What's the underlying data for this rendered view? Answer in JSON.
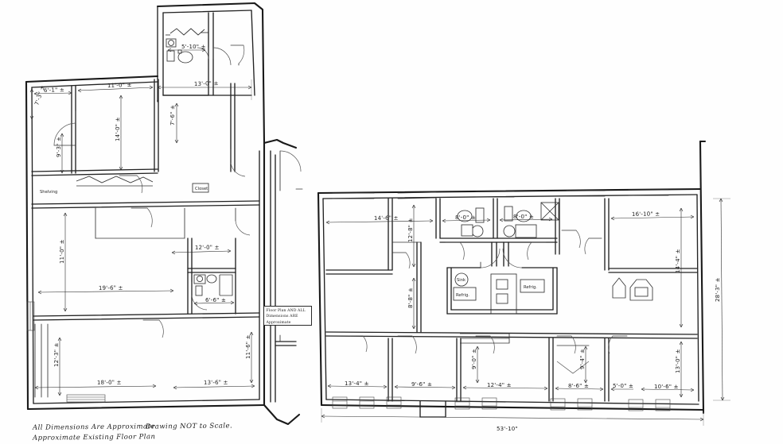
{
  "sheet": {
    "title": "Approximate Existing Floor Plan",
    "background_color": "#fefefe",
    "ink_color": "#1a1a1a"
  },
  "notes": {
    "line1": "All Dimensions Are Approximate",
    "line2": "Approximate Existing Floor Plan",
    "scale_note": "Drawing NOT to Scale.",
    "plan_note_box": "Floor Plan AND ALL Dimensions ARE Approximate"
  },
  "fixture_labels": {
    "shelving": "Shelving",
    "closet": "Closet",
    "refrigerator_left": "Refrig.",
    "refrigerator_right": "Refrig.",
    "sink": "Sink"
  },
  "dimensions": {
    "left_wing": [
      {
        "id": "d-6-1",
        "text": "6'-1\" ±",
        "orientation": "horizontal"
      },
      {
        "id": "d-11-0",
        "text": "11'-0\" ±",
        "orientation": "horizontal"
      },
      {
        "id": "d-7-3",
        "text": "7'-3\" ±",
        "orientation": "vertical"
      },
      {
        "id": "d-9-3",
        "text": "9'-3\" ±",
        "orientation": "vertical"
      },
      {
        "id": "d-14-0",
        "text": "14'-0\" ±",
        "orientation": "vertical"
      },
      {
        "id": "d-11-0b",
        "text": "11'-0\" ±",
        "orientation": "vertical"
      },
      {
        "id": "d-19-6",
        "text": "19'-6\" ±",
        "orientation": "horizontal"
      },
      {
        "id": "d-12-0",
        "text": "12'-0\" ±",
        "orientation": "horizontal"
      },
      {
        "id": "d-12-3",
        "text": "12'-3\" ±",
        "orientation": "vertical"
      },
      {
        "id": "d-18-0",
        "text": "18'-0\" ±",
        "orientation": "horizontal"
      },
      {
        "id": "d-13-6",
        "text": "13'-6\" ±",
        "orientation": "horizontal"
      },
      {
        "id": "d-11-6",
        "text": "11'-6\" ±",
        "orientation": "vertical"
      },
      {
        "id": "d-6-6",
        "text": "6'-6\" ±",
        "orientation": "horizontal"
      }
    ],
    "upper_wing": [
      {
        "id": "d-5-10",
        "text": "5'-10\" ±",
        "orientation": "horizontal"
      },
      {
        "id": "d-13-0",
        "text": "13'-0\" ±",
        "orientation": "horizontal"
      },
      {
        "id": "d-7-6",
        "text": "7'-6\" ±",
        "orientation": "vertical"
      }
    ],
    "right_wing": [
      {
        "id": "d-14-6",
        "text": "14'-6\" ±",
        "orientation": "horizontal"
      },
      {
        "id": "d-8-0a",
        "text": "8'-0\" ±",
        "orientation": "horizontal"
      },
      {
        "id": "d-8-0b",
        "text": "8'-0\" ±",
        "orientation": "horizontal"
      },
      {
        "id": "d-16-10",
        "text": "16'-10\" ±",
        "orientation": "horizontal"
      },
      {
        "id": "d-12-8",
        "text": "12'-8\" ±",
        "orientation": "vertical"
      },
      {
        "id": "d-8-8",
        "text": "8'-8\" ±",
        "orientation": "vertical"
      },
      {
        "id": "d-14-4",
        "text": "14'-4\" ±",
        "orientation": "vertical"
      },
      {
        "id": "d-13-4",
        "text": "13'-4\" ±",
        "orientation": "horizontal"
      },
      {
        "id": "d-9-6",
        "text": "9'-6\" ±",
        "orientation": "horizontal"
      },
      {
        "id": "d-12-4",
        "text": "12'-4\" ±",
        "orientation": "horizontal"
      },
      {
        "id": "d-8-6",
        "text": "8'-6\" ±",
        "orientation": "horizontal"
      },
      {
        "id": "d-5-0",
        "text": "5'-0\" ±",
        "orientation": "horizontal"
      },
      {
        "id": "d-10-6",
        "text": "10'-6\" ±",
        "orientation": "horizontal"
      },
      {
        "id": "d-9-0",
        "text": "9'-0\" ±",
        "orientation": "vertical"
      },
      {
        "id": "d-9-4",
        "text": "9'-4\" ±",
        "orientation": "vertical"
      },
      {
        "id": "d-13-0r",
        "text": "13'-0\" ±",
        "orientation": "vertical"
      }
    ],
    "overall": [
      {
        "id": "d-53-10",
        "text": "53'-10\"",
        "orientation": "horizontal"
      },
      {
        "id": "d-28-3",
        "text": "28'-3\" ±",
        "orientation": "vertical"
      }
    ]
  }
}
